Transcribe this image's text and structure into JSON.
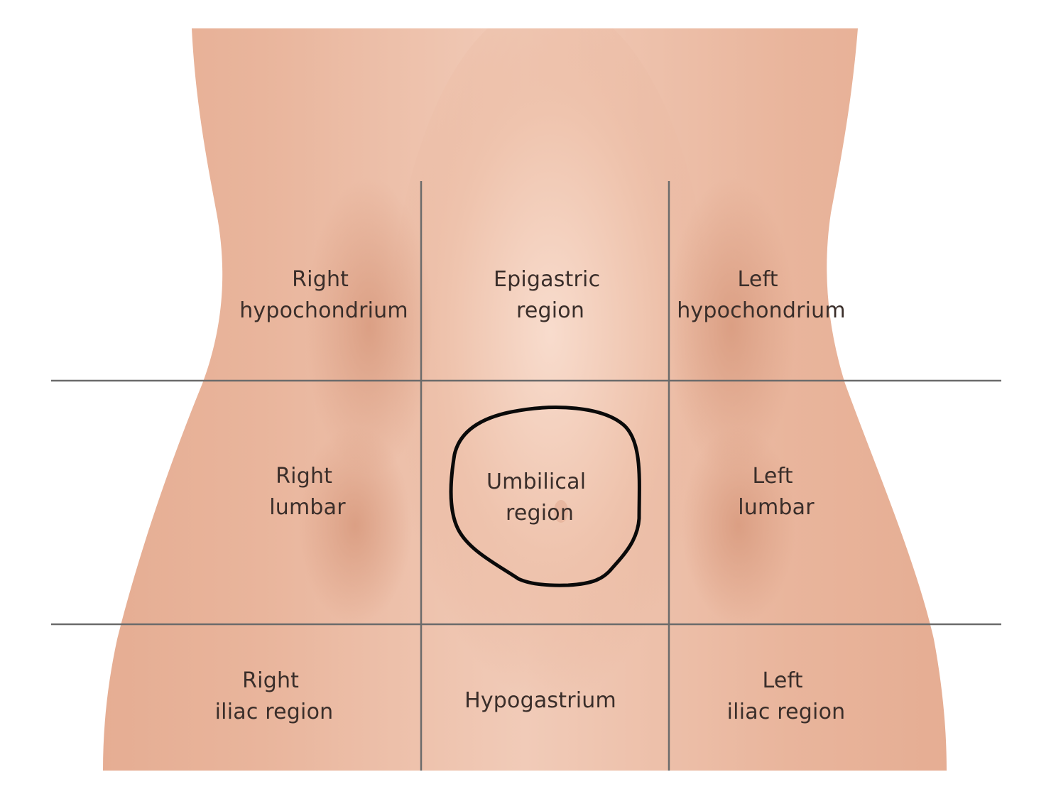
{
  "colors": {
    "background": "#ffffff",
    "skin": "#e8b49b",
    "skin_shadow": "#d99a7e",
    "skin_highlight": "#f6d6c6",
    "grid_line": "#6b6b6b",
    "annotation_outline": "#0a0a0a",
    "label_text": "#3a2e2a"
  },
  "regions": {
    "right_hypochondrium": {
      "line1": "Right",
      "line2": "hypochondrium"
    },
    "epigastric": {
      "line1": "Epigastric",
      "line2": "region"
    },
    "left_hypochondrium": {
      "line1": "Left",
      "line2": "hypochondrium"
    },
    "right_lumbar": {
      "line1": "Right",
      "line2": "lumbar"
    },
    "umbilical": {
      "line1": "Umbilical",
      "line2": "region"
    },
    "left_lumbar": {
      "line1": "Left",
      "line2": "lumbar"
    },
    "right_iliac": {
      "line1": "Right",
      "line2": "iliac region"
    },
    "hypogastrium": {
      "line1": "Hypogastrium"
    },
    "left_iliac": {
      "line1": "Left",
      "line2": "iliac region"
    }
  }
}
